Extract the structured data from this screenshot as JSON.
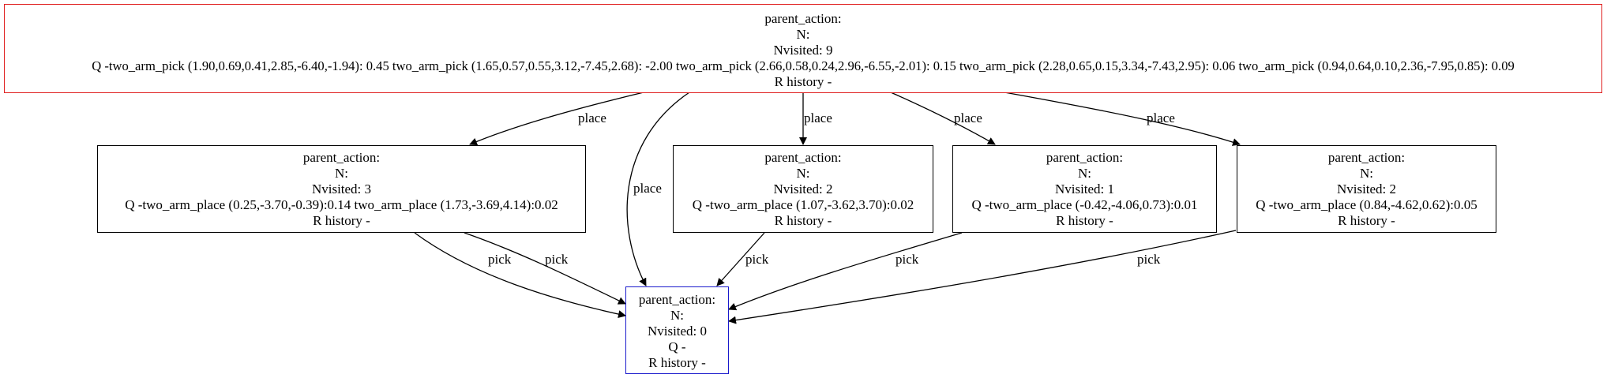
{
  "root": {
    "parent_action": "parent_action:",
    "n": "N:",
    "nvisited": "Nvisited: 9",
    "q": "Q -two_arm_pick (1.90,0.69,0.41,2.85,-6.40,-1.94): 0.45 two_arm_pick (1.65,0.57,0.55,3.12,-7.45,2.68): -2.00 two_arm_pick (2.66,0.58,0.24,2.96,-6.55,-2.01): 0.15 two_arm_pick (2.28,0.65,0.15,3.34,-7.43,2.95): 0.06 two_arm_pick (0.94,0.64,0.10,2.36,-7.95,0.85): 0.09",
    "r_history": "R history -",
    "border_color": "#e02020"
  },
  "children": [
    {
      "parent_action": "parent_action:",
      "n": "N:",
      "nvisited": "Nvisited: 3",
      "q": "Q -two_arm_place (0.25,-3.70,-0.39):0.14 two_arm_place (1.73,-3.69,4.14):0.02",
      "r_history": "R history -"
    },
    {
      "parent_action": "parent_action:",
      "n": "N:",
      "nvisited": "Nvisited: 2",
      "q": "Q -two_arm_place (1.07,-3.62,3.70):0.02",
      "r_history": "R history -"
    },
    {
      "parent_action": "parent_action:",
      "n": "N:",
      "nvisited": "Nvisited: 1",
      "q": "Q -two_arm_place (-0.42,-4.06,0.73):0.01",
      "r_history": "R history -"
    },
    {
      "parent_action": "parent_action:",
      "n": "N:",
      "nvisited": "Nvisited: 2",
      "q": "Q -two_arm_place (0.84,-4.62,0.62):0.05",
      "r_history": "R history -"
    }
  ],
  "leaf": {
    "parent_action": "parent_action:",
    "n": "N:",
    "nvisited": "Nvisited: 0",
    "q": "Q -",
    "r_history": "R history -",
    "border_color": "#1a1acc"
  },
  "edge_labels": {
    "place": "place",
    "pick": "pick"
  }
}
